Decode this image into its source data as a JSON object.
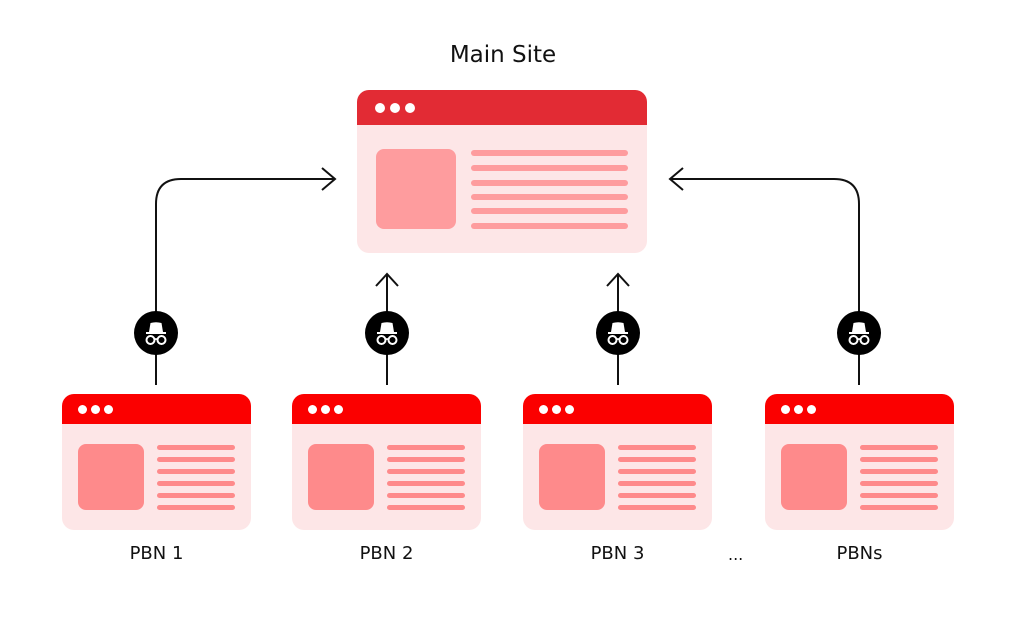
{
  "diagram": {
    "title": "Main Site",
    "main_site": {
      "name": "Main Site"
    },
    "pbns": [
      {
        "label": "PBN 1"
      },
      {
        "label": "PBN 2"
      },
      {
        "label": "PBN 3"
      },
      {
        "label": "PBNs"
      }
    ],
    "ellipsis": "...",
    "link_icon": "incognito-icon",
    "colors": {
      "main_titlebar": "#e22b34",
      "pbn_titlebar": "#fb0000",
      "window_body": "#fde6e7",
      "content_block": "#fe8a8b",
      "arrow": "#111111",
      "icon_bg": "#000000"
    }
  }
}
